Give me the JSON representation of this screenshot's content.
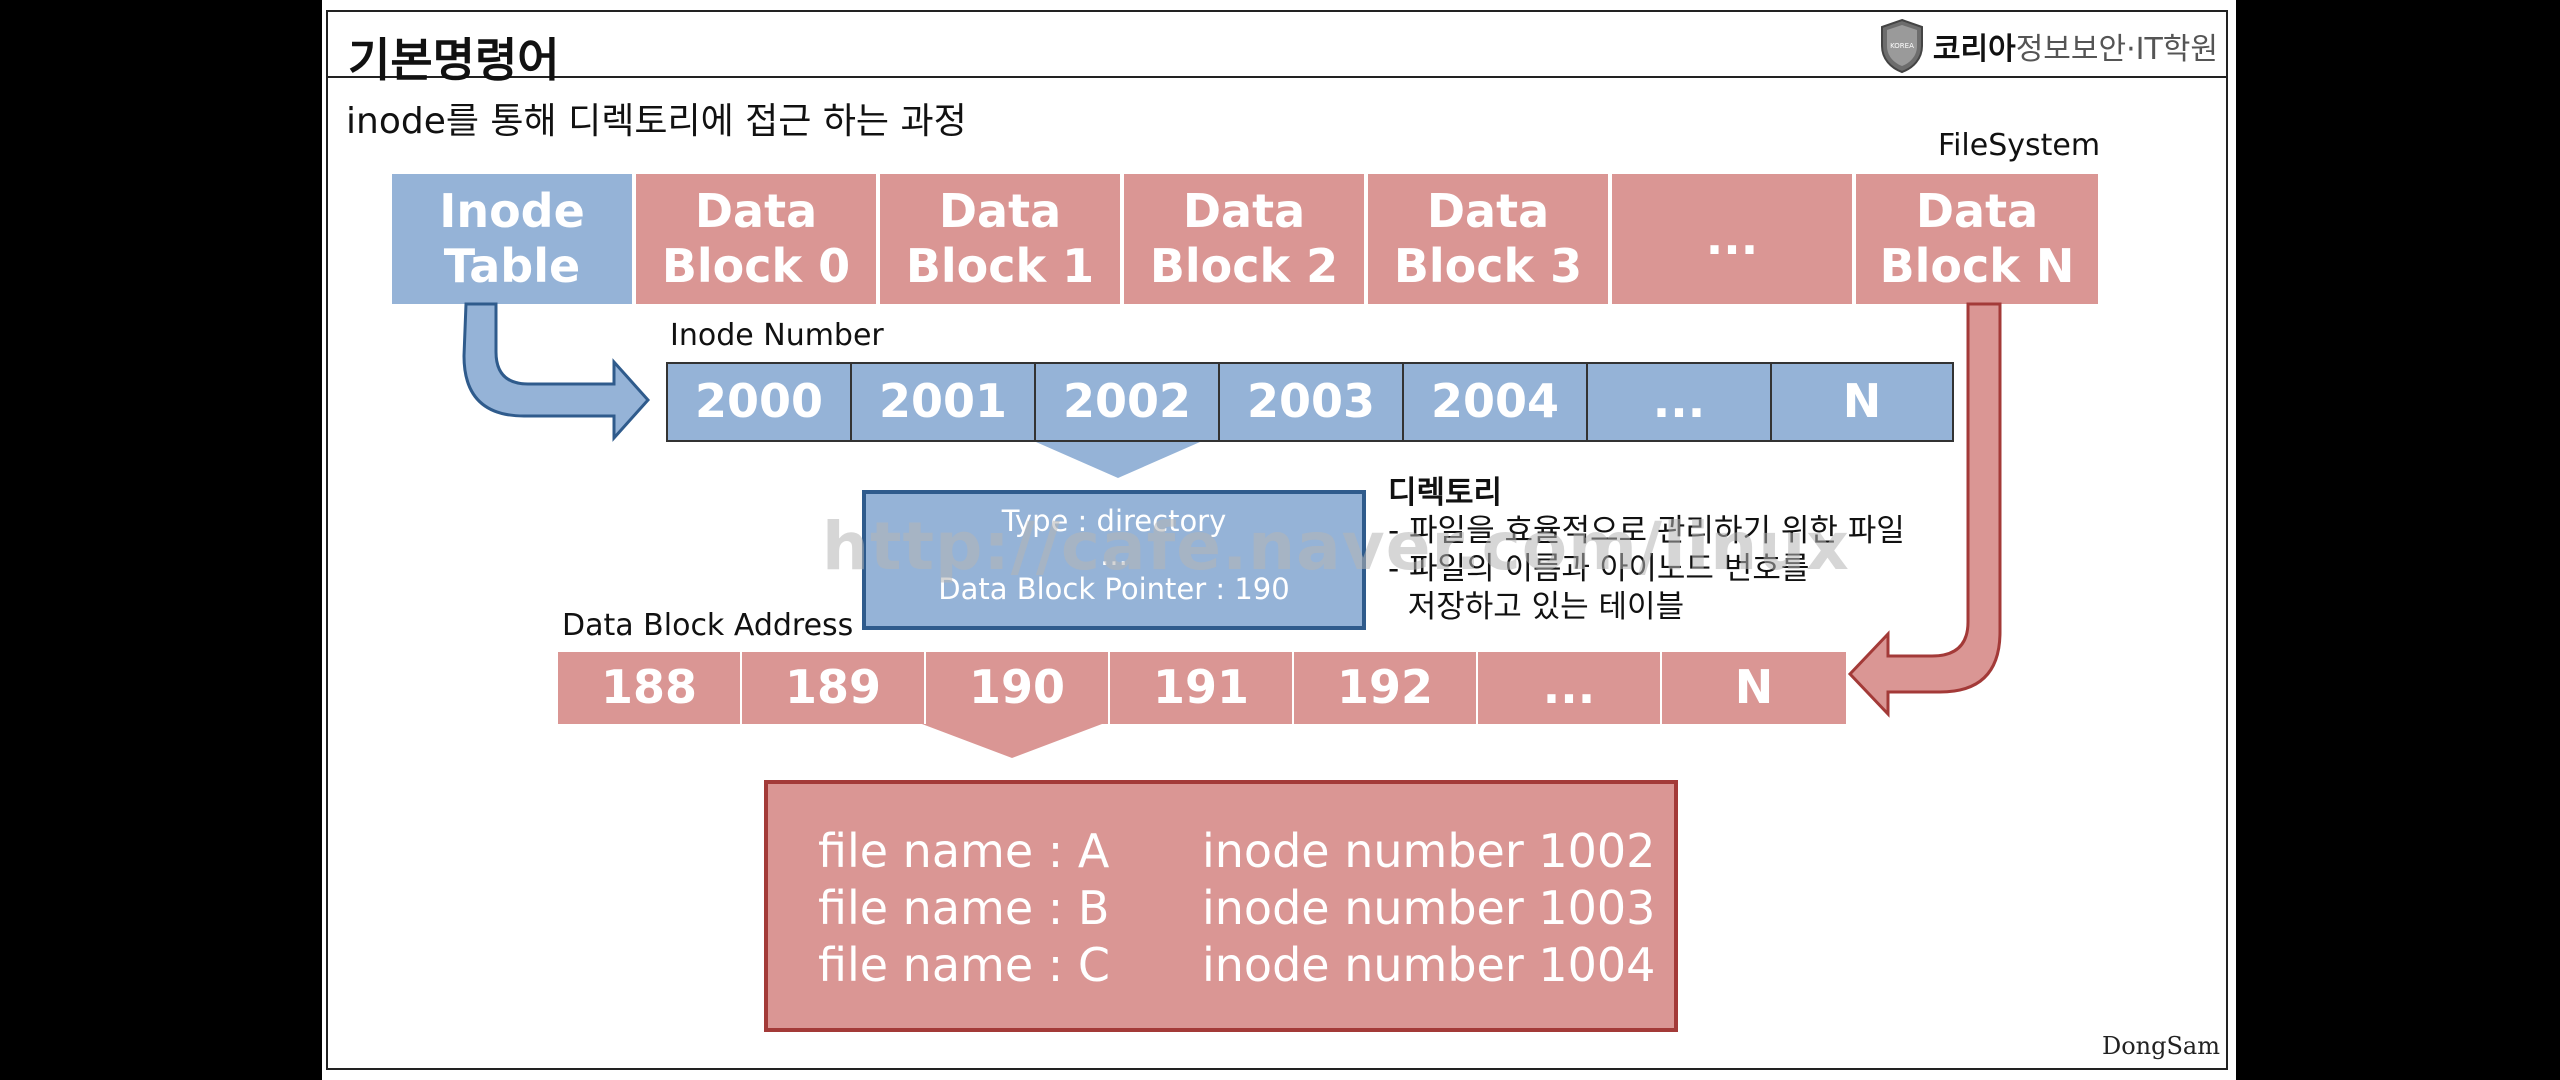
{
  "header": {
    "title": "기본명령어",
    "logo_text_bold": "코리아",
    "logo_text_rest": "정보보안·IT학원",
    "logo_badge": "KOREA"
  },
  "subtitle": "inode를 통해 디렉토리에 접근 하는 과정",
  "filesystem_label": "FileSystem",
  "top_row": [
    {
      "label": "Inode\nTable",
      "kind": "inode"
    },
    {
      "label": "Data\nBlock 0",
      "kind": "data"
    },
    {
      "label": "Data\nBlock 1",
      "kind": "data"
    },
    {
      "label": "Data\nBlock 2",
      "kind": "data"
    },
    {
      "label": "Data\nBlock 3",
      "kind": "data"
    },
    {
      "label": "...",
      "kind": "data"
    },
    {
      "label": "Data\nBlock N",
      "kind": "data"
    }
  ],
  "inode_number_label": "Inode Number",
  "inode_numbers": [
    "2000",
    "2001",
    "2002",
    "2003",
    "2004",
    "...",
    "N"
  ],
  "directory_inode": {
    "type_line": "Type : directory",
    "ellipsis": "...",
    "pointer_line": "Data Block Pointer : 190"
  },
  "description": {
    "heading": "디렉토리",
    "line1": "- 파일을 효율적으로 관리하기 위한 파일",
    "line2": "- 파일의 이름과 아이노드 번호를",
    "line3": "  저장하고 있는 테이블"
  },
  "data_block_address_label": "Data Block Address",
  "addresses": [
    "188",
    "189",
    "190",
    "191",
    "192",
    "...",
    "N"
  ],
  "directory_entries": [
    {
      "name": "file name : A",
      "inode": "inode number 1002"
    },
    {
      "name": "file name : B",
      "inode": "inode number 1003"
    },
    {
      "name": "file name : C",
      "inode": "inode number 1004"
    }
  ],
  "watermark": "http://cafe.naver.com/linux",
  "signature": "DongSam",
  "colors": {
    "blue": "#95b3d7",
    "pink": "#da9694",
    "blue_border": "#2f5b8c",
    "pink_border": "#a33a38"
  }
}
